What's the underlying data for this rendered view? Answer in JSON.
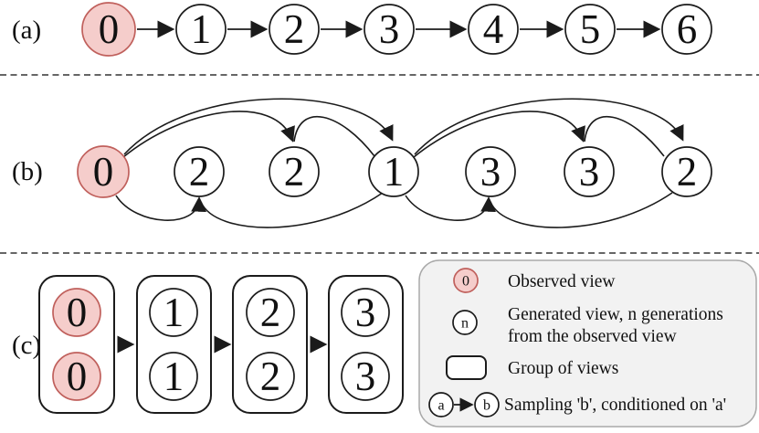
{
  "rows": {
    "a": {
      "label": "(a)",
      "description": "sequential-autoregressive-chain",
      "node_labels": [
        "0",
        "1",
        "2",
        "3",
        "4",
        "5",
        "6"
      ],
      "observed_nodes": [
        0
      ],
      "edges": [
        "0→1",
        "1→2",
        "2→3",
        "3→4",
        "4→5",
        "5→6"
      ]
    },
    "b": {
      "label": "(b)",
      "description": "hierarchical-subdivision-sampling",
      "node_labels": [
        "0",
        "2",
        "2",
        "1",
        "3",
        "3",
        "2"
      ],
      "observed_nodes": [
        0
      ],
      "edges": [
        "0→1",
        "0→2(left)",
        "1→2(left)",
        "0→2(mid)",
        "1→2(mid)",
        "1→2(right)",
        "1→3(left)",
        "2(right)→3(left)",
        "1→3(mid)",
        "2(right)→3(mid)"
      ]
    },
    "c": {
      "label": "(c)",
      "description": "grouped-views-chain",
      "groups": [
        {
          "circles": [
            "0",
            "0"
          ],
          "observed": true
        },
        {
          "circles": [
            "1",
            "1"
          ],
          "observed": false
        },
        {
          "circles": [
            "2",
            "2"
          ],
          "observed": false
        },
        {
          "circles": [
            "3",
            "3"
          ],
          "observed": false
        }
      ],
      "edges": [
        "group0→group1",
        "group1→group2",
        "group2→group3"
      ]
    }
  },
  "legend": {
    "items": [
      {
        "symbol": "observed-view-circle",
        "symbol_label": "0",
        "text": "Observed view"
      },
      {
        "symbol": "generated-view-circle",
        "symbol_label": "n",
        "lines": [
          "Generated view, n generations",
          "from the observed view"
        ]
      },
      {
        "symbol": "group-of-views-rect",
        "text": "Group of views"
      },
      {
        "symbol": "sampling-arrow",
        "a_label": "a",
        "b_label": "b",
        "text": "Sampling 'b', conditioned on 'a'"
      }
    ]
  },
  "colors": {
    "observed_fill": "#f5cdcb",
    "observed_stroke": "#c0605c",
    "node_fill": "#ffffff",
    "line_stroke": "#1b1b1b",
    "divider": "#333333",
    "legend_bg": "#f2f2f2",
    "legend_border": "#a9a9a9"
  }
}
